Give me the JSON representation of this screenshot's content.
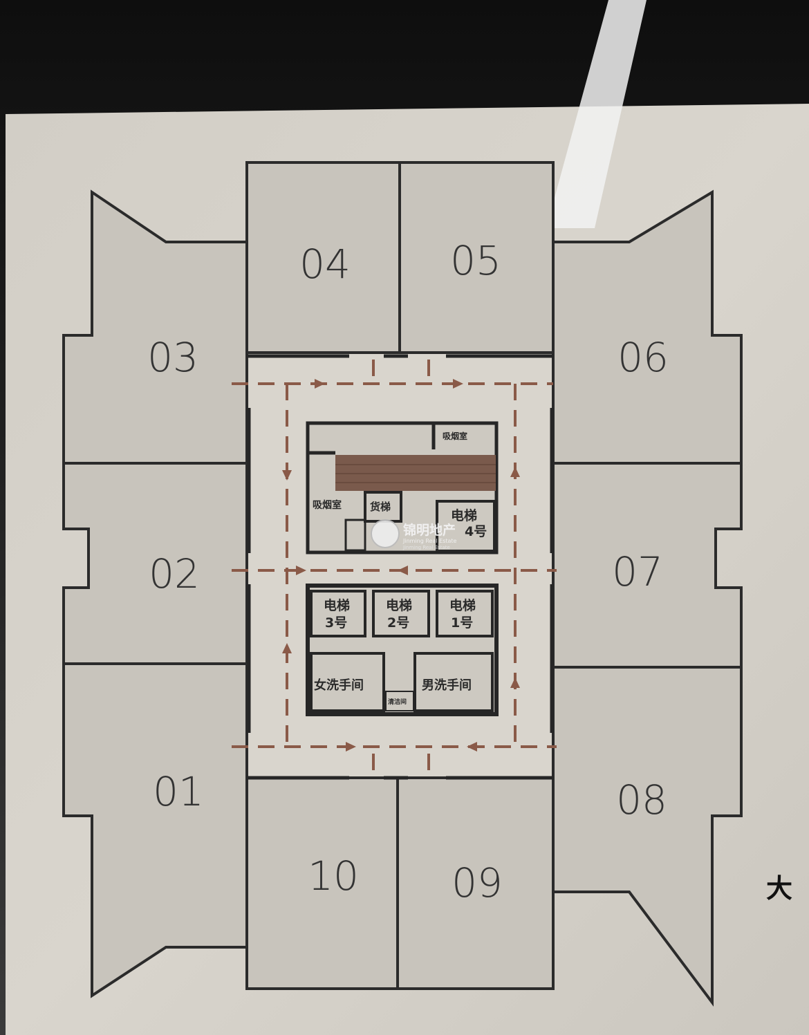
{
  "units": [
    {
      "id": "01",
      "label": "01"
    },
    {
      "id": "02",
      "label": "02"
    },
    {
      "id": "03",
      "label": "03"
    },
    {
      "id": "04",
      "label": "04"
    },
    {
      "id": "05",
      "label": "05"
    },
    {
      "id": "06",
      "label": "06"
    },
    {
      "id": "07",
      "label": "07"
    },
    {
      "id": "08",
      "label": "08"
    },
    {
      "id": "09",
      "label": "09"
    },
    {
      "id": "10",
      "label": "10"
    }
  ],
  "core": {
    "smoking_room_top": "吸烟室",
    "smoking_room_left": "吸烟室",
    "freight_elevator": "货梯",
    "elevator_4": [
      "电梯",
      "4号"
    ],
    "elevator_3": [
      "电梯",
      "3号"
    ],
    "elevator_2": [
      "电梯",
      "2号"
    ],
    "elevator_1": [
      "电梯",
      "1号"
    ],
    "womens_restroom": "女洗手间",
    "mens_restroom": "男洗手间",
    "cleaning_room": "清洁间"
  },
  "edge_text": "大",
  "watermark": {
    "cn": "锦明地产",
    "en1": "Jinming Real Estate",
    "en2": "Jinming Real Estate"
  },
  "colors": {
    "paper": "#d6d2ca",
    "room": "#c8c4bc",
    "route": "#8a5a48",
    "wall": "#262626"
  }
}
